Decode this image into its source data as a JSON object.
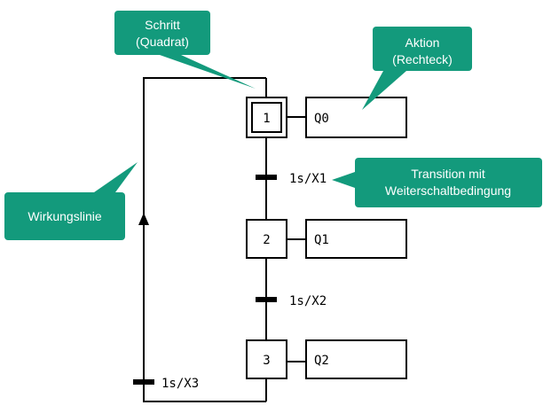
{
  "colors": {
    "callout": "#139a7c",
    "line": "#000000",
    "background": "#ffffff"
  },
  "steps": [
    {
      "number": "1",
      "action": "Q0",
      "initial": true
    },
    {
      "number": "2",
      "action": "Q1",
      "initial": false
    },
    {
      "number": "3",
      "action": "Q2",
      "initial": false
    }
  ],
  "transitions": [
    {
      "label": "1s/X1"
    },
    {
      "label": "1s/X2"
    },
    {
      "label": "1s/X3"
    }
  ],
  "callouts": {
    "step": {
      "lines": [
        "Schritt",
        "(Quadrat)"
      ]
    },
    "action": {
      "lines": [
        "Aktion",
        "(Rechteck)"
      ]
    },
    "transition": {
      "lines": [
        "Transition mit",
        "Weiterschaltbedingung"
      ]
    },
    "link": {
      "lines": [
        "Wirkungslinie"
      ]
    }
  },
  "icons": {
    "link_direction": "arrow-up-icon"
  }
}
